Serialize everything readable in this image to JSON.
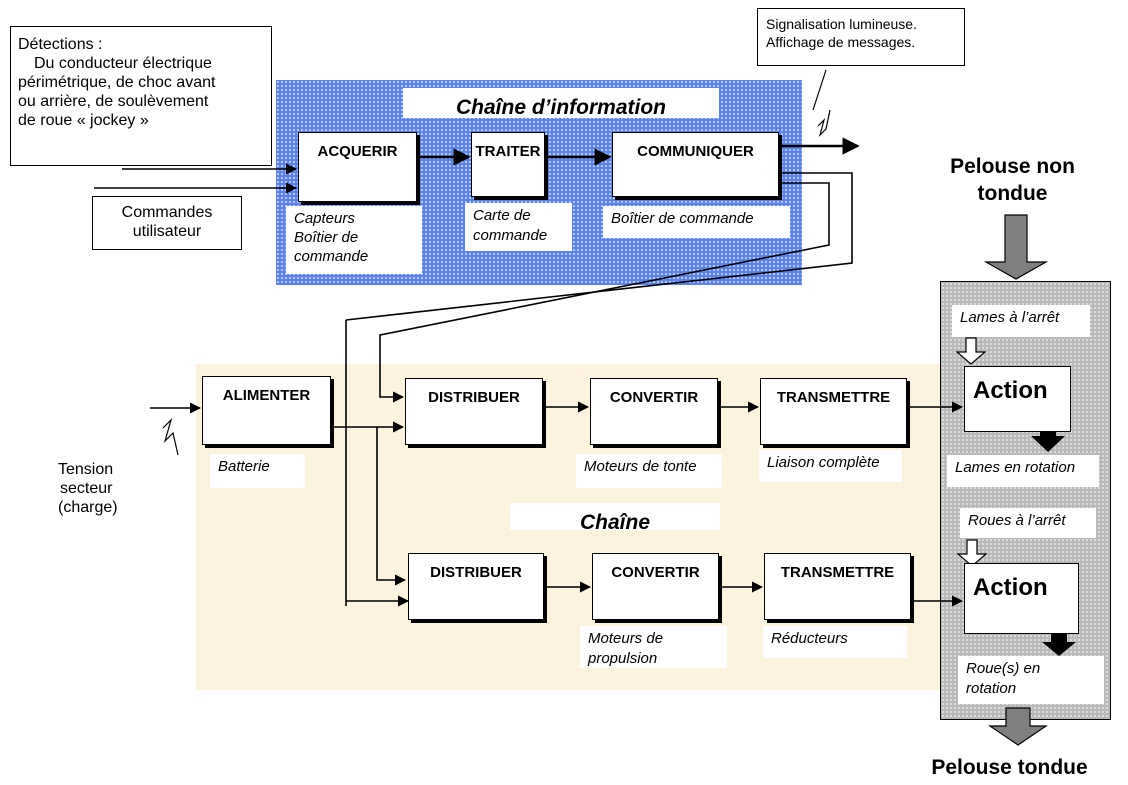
{
  "detections": {
    "title": "Détections :",
    "lines": [
      "Du conducteur électrique",
      "périmétrique, de choc avant",
      "ou arrière, de soulèvement",
      "de roue « jockey »"
    ]
  },
  "user_commands": [
    "Commandes",
    "utilisateur"
  ],
  "signals": [
    "Signalisation lumineuse.",
    "Affichage de messages."
  ],
  "info_chain": {
    "title": "Chaîne d’information",
    "blocks": [
      {
        "name": "ACQUERIR",
        "label": [
          "Capteurs",
          "Boîtier de",
          "commande"
        ]
      },
      {
        "name": "TRAITER",
        "label": [
          "Carte de",
          "commande"
        ]
      },
      {
        "name": "COMMUNIQUER",
        "label": [
          "Boîtier de commande"
        ]
      }
    ]
  },
  "energy_chain": {
    "title": "Chaîne",
    "supply": {
      "name": "ALIMENTER",
      "label": "Batterie"
    },
    "input": [
      "Tension",
      "secteur",
      "(charge)"
    ],
    "row1": [
      {
        "name": "DISTRIBUER",
        "label": []
      },
      {
        "name": "CONVERTIR",
        "label": [
          "Moteurs de tonte"
        ]
      },
      {
        "name": "TRANSMETTRE",
        "label": [
          "Liaison complète"
        ]
      }
    ],
    "row2": [
      {
        "name": "DISTRIBUER",
        "label": []
      },
      {
        "name": "CONVERTIR",
        "label": [
          "Moteurs de",
          "propulsion"
        ]
      },
      {
        "name": "TRANSMETTRE",
        "label": [
          "Réducteurs"
        ]
      }
    ]
  },
  "lawn_in": [
    "Pelouse non",
    "tondue"
  ],
  "lawn_out": "Pelouse tondue",
  "actions": [
    {
      "title": "Action",
      "input": "Lames à l’arrêt",
      "output": [
        "Lames en rotation"
      ]
    },
    {
      "title": "Action",
      "input": "Roues à l’arrêt",
      "output": [
        "Roue(s) en",
        "rotation"
      ]
    }
  ]
}
